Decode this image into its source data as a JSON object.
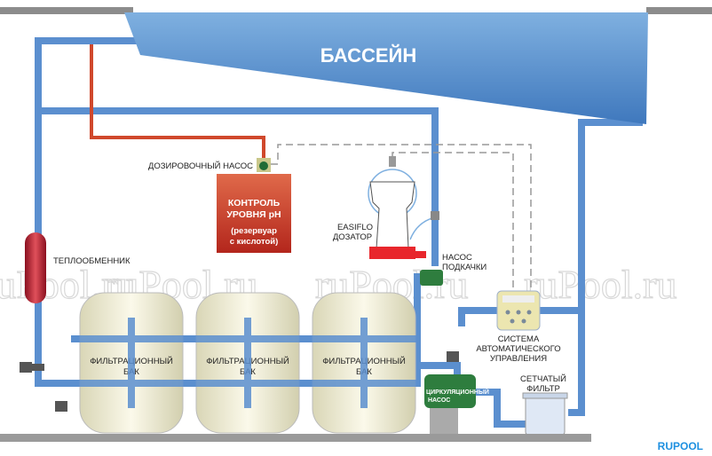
{
  "pool": {
    "label": "БАССЕЙН"
  },
  "components": {
    "dosing_pump": "ДОЗИРОВОЧНЫЙ НАСОС",
    "ph_tank": {
      "line1": "КОНТРОЛЬ",
      "line2": "УРОВНЯ pH",
      "line3": "(резервуар",
      "line4": "с кислотой)"
    },
    "easiflo": {
      "line1": "EASIFLO",
      "line2": "ДОЗАТОР"
    },
    "heat_exchanger": "ТЕПЛООБМЕННИК",
    "booster_pump": {
      "line1": "НАСОС",
      "line2": "ПОДКАЧКИ"
    },
    "filter_tanks": [
      {
        "line1": "ФИЛЬТРАЦИОННЫЙ",
        "line2": "БАК"
      },
      {
        "line1": "ФИЛЬТРАЦИОННЫЙ",
        "line2": "БАК"
      },
      {
        "line1": "ФИЛЬТРАЦИОННЫЙ",
        "line2": "БАК"
      }
    ],
    "control_system": {
      "line1": "СИСТЕМА",
      "line2": "АВТОМАТИЧЕСКОГО",
      "line3": "УПРАВЛЕНИЯ"
    },
    "circulation_pump": {
      "line1": "ЦИРКУЛЯЦИОННЫЙ",
      "line2": "НАСОС"
    },
    "strainer": {
      "line1": "СЕТЧАТЫЙ",
      "line2": "ФИЛЬТР"
    }
  },
  "watermark": "ruPool.ru",
  "brand": "RUPOOL",
  "colors": {
    "pipe": "#5b8fcf",
    "pool": "#4a86c8",
    "acid_line": "#d0482c",
    "tank_red": "#c8392b",
    "pump_green": "#2e7d3e",
    "brand": "#1e90e0"
  }
}
